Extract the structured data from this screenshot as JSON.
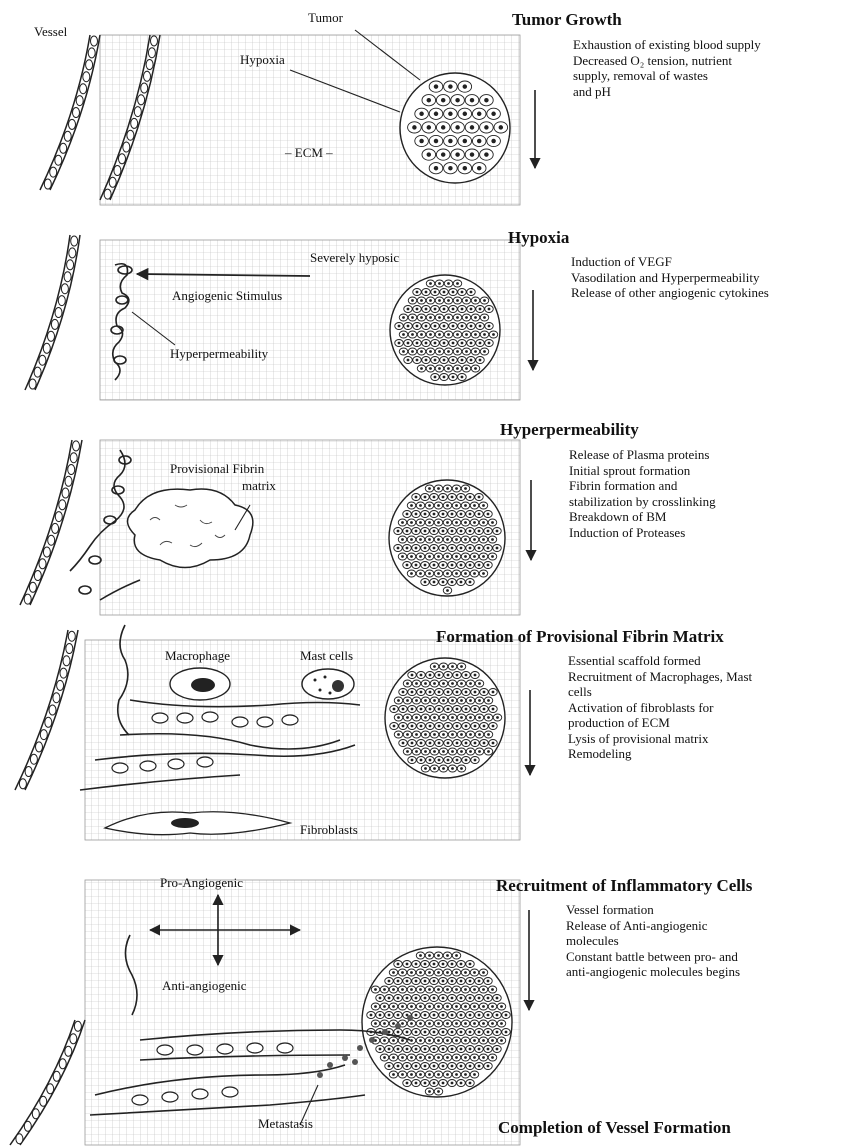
{
  "labels": {
    "vessel": "Vessel",
    "tumor": "Tumor",
    "hypoxia": "Hypoxia",
    "ecm": "– ECM –",
    "severely_hypoxic": "Severely hyposic",
    "angiogenic_stimulus": "Angiogenic Stimulus",
    "hyperpermeability": "Hyperpermeability",
    "provisional_fibrin_matrix": "Provisional Fibrin",
    "provisional_fibrin_matrix_2": "matrix",
    "macrophage": "Macrophage",
    "mast_cells": "Mast cells",
    "fibroblasts": "Fibroblasts",
    "pro_angiogenic": "Pro-Angiogenic",
    "anti_angiogenic": "Anti-angiogenic",
    "metastasis": "Metastasis"
  },
  "stages": [
    {
      "title": "Tumor Growth",
      "desc": "Exhaustion of existing blood supply\nDecreased O₂ tension, nutrient\nsupply, removal of wastes\nand pH"
    },
    {
      "title": "Hypoxia",
      "desc": "Induction of VEGF\nVasodilation and Hyperpermeability\nRelease of other angiogenic cytokines"
    },
    {
      "title": "Hyperpermeability",
      "desc": "Release of Plasma proteins\nInitial sprout formation\nFibrin formation and\nstabilization by crosslinking\nBreakdown of BM\nInduction of Proteases"
    },
    {
      "title": "Formation of Provisional Fibrin Matrix",
      "desc": "Essential scaffold formed\nRecruitment of Macrophages, Mast\ncells\nActivation of fibroblasts for\nproduction of ECM\nLysis of provisional matrix\nRemodeling"
    },
    {
      "title": "Recruitment of Inflammatory Cells",
      "desc": "Vessel formation\nRelease of Anti-angiogenic\nmolecules\nConstant battle between pro- and\nanti-angiogenic molecules begins"
    },
    {
      "title": "Completion of Vessel Formation",
      "desc": ""
    }
  ]
}
